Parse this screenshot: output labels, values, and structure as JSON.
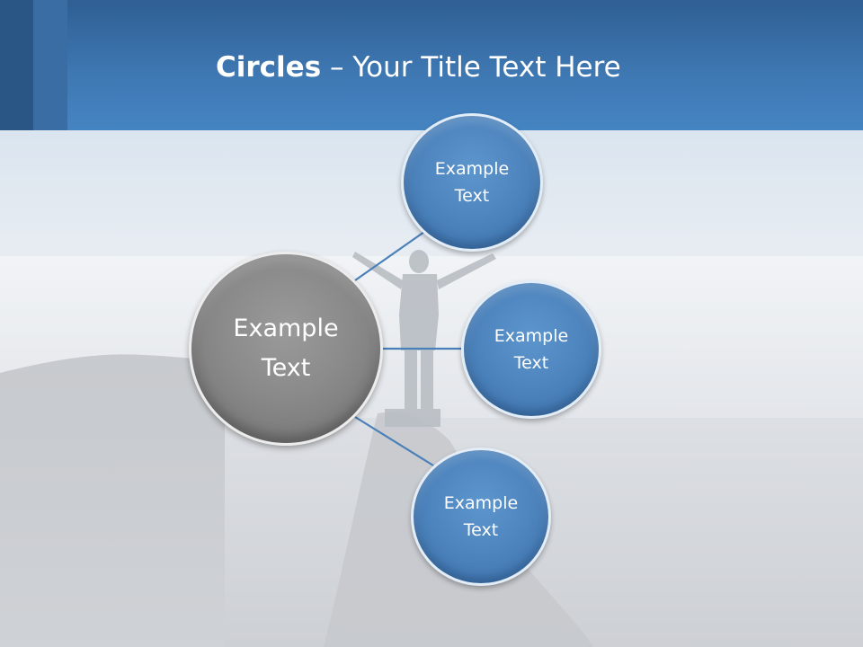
{
  "slide": {
    "title_bold": "Circles",
    "title_rest": " – Your Title Text Here"
  },
  "diagram": {
    "center": {
      "label": "Example Text"
    },
    "nodes": [
      {
        "label": "Example Text"
      },
      {
        "label": "Example Text"
      },
      {
        "label": "Example Text"
      }
    ]
  },
  "colors": {
    "header": "#3f79b4",
    "node_blue": "#4f86bf",
    "center_grey": "#8a8a8a",
    "connector": "#4a80b8"
  }
}
